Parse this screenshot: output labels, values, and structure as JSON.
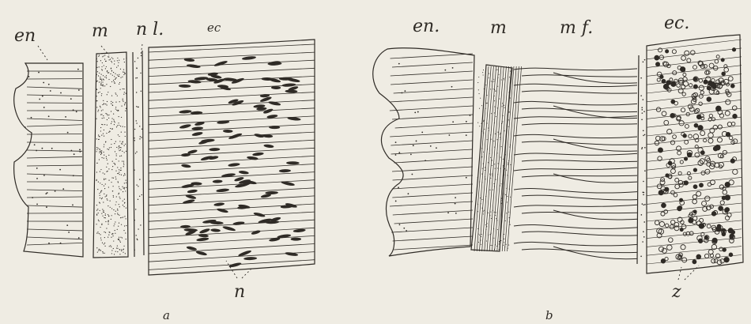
{
  "figure": {
    "panel_a": {
      "caption": "a",
      "labels": {
        "en": "en",
        "m": "m",
        "nl": "n l.",
        "ec": "ec",
        "n": "n"
      }
    },
    "panel_b": {
      "caption": "b",
      "labels": {
        "en": "en.",
        "m": "m",
        "mf": "m f.",
        "ec": "ec.",
        "z": "z"
      }
    },
    "colors": {
      "ink": "#2f2b26",
      "paper": "#efece3"
    }
  }
}
